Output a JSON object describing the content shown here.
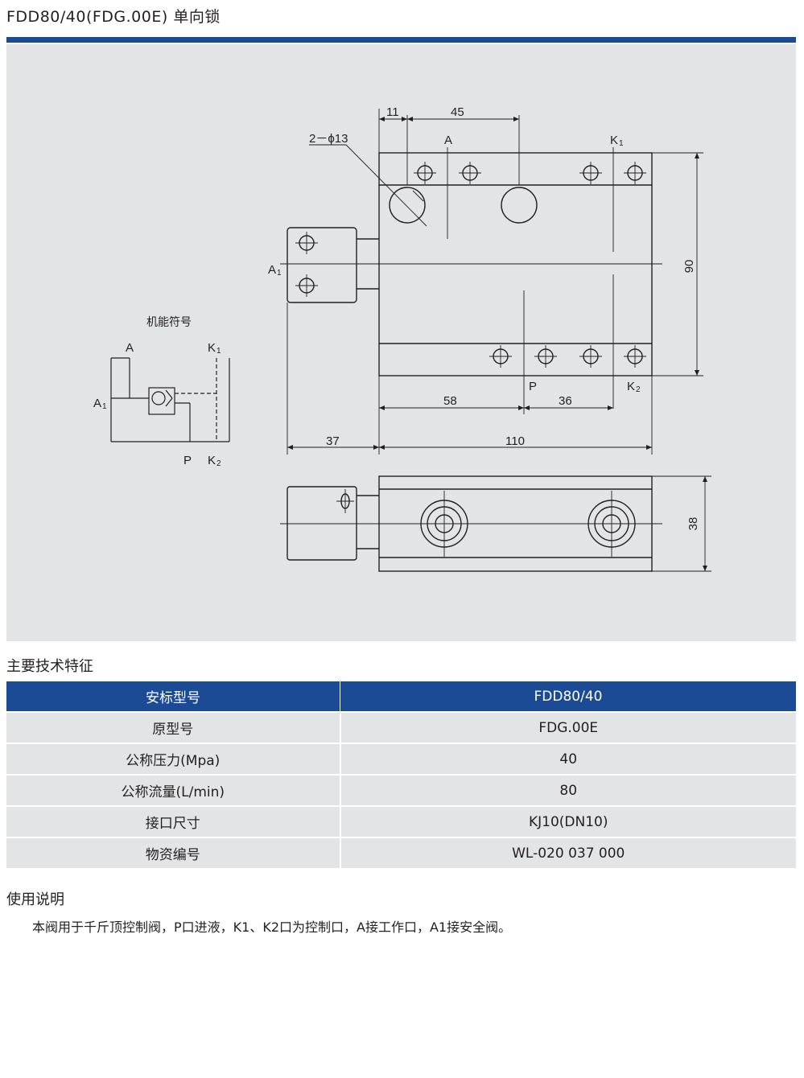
{
  "title": "FDD80/40(FDG.00E) 单向锁",
  "colors": {
    "accent": "#1c4b96",
    "panel": "#e3e4e6",
    "line": "#231f20"
  },
  "drawing": {
    "dimensions": {
      "d11": "11",
      "d45": "45",
      "d90": "90",
      "d58": "58",
      "d36": "36",
      "d37": "37",
      "d110": "110",
      "d38": "38",
      "holes": "2－ϕ13"
    },
    "ports": {
      "A": "A",
      "K": "K",
      "K1_sub": "1",
      "K2_sub": "2",
      "P": "P",
      "A1_sub": "1"
    },
    "symbol_caption": "机能符号"
  },
  "specs": {
    "heading": "主要技术特征",
    "header": {
      "label": "安标型号",
      "value": "FDD80/40"
    },
    "rows": [
      {
        "label": "原型号",
        "value": "FDG.00E"
      },
      {
        "label": "公称压力(Mpa)",
        "value": "40"
      },
      {
        "label": "公称流量(L/min)",
        "value": "80"
      },
      {
        "label": "接口尺寸",
        "value": "KJ10(DN10)"
      },
      {
        "label": "物资编号",
        "value": "WL-020 037 000"
      }
    ]
  },
  "usage": {
    "heading": "使用说明",
    "text": "本阀用于千斤顶控制阀，P口进液，K1、K2口为控制口，A接工作口，A1接安全阀。"
  }
}
